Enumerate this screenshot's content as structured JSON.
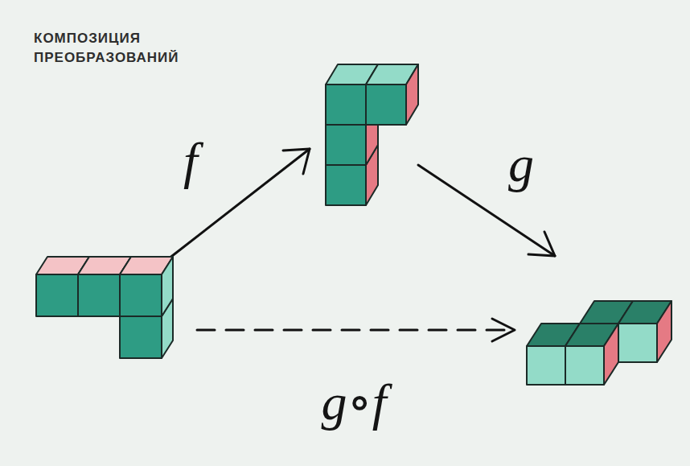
{
  "diagram": {
    "title": "КОМПОЗИЦИЯ ПРЕОБРАЗОВАНИЙ",
    "labels": [
      "f",
      "g",
      "g∘f"
    ]
  }
}
